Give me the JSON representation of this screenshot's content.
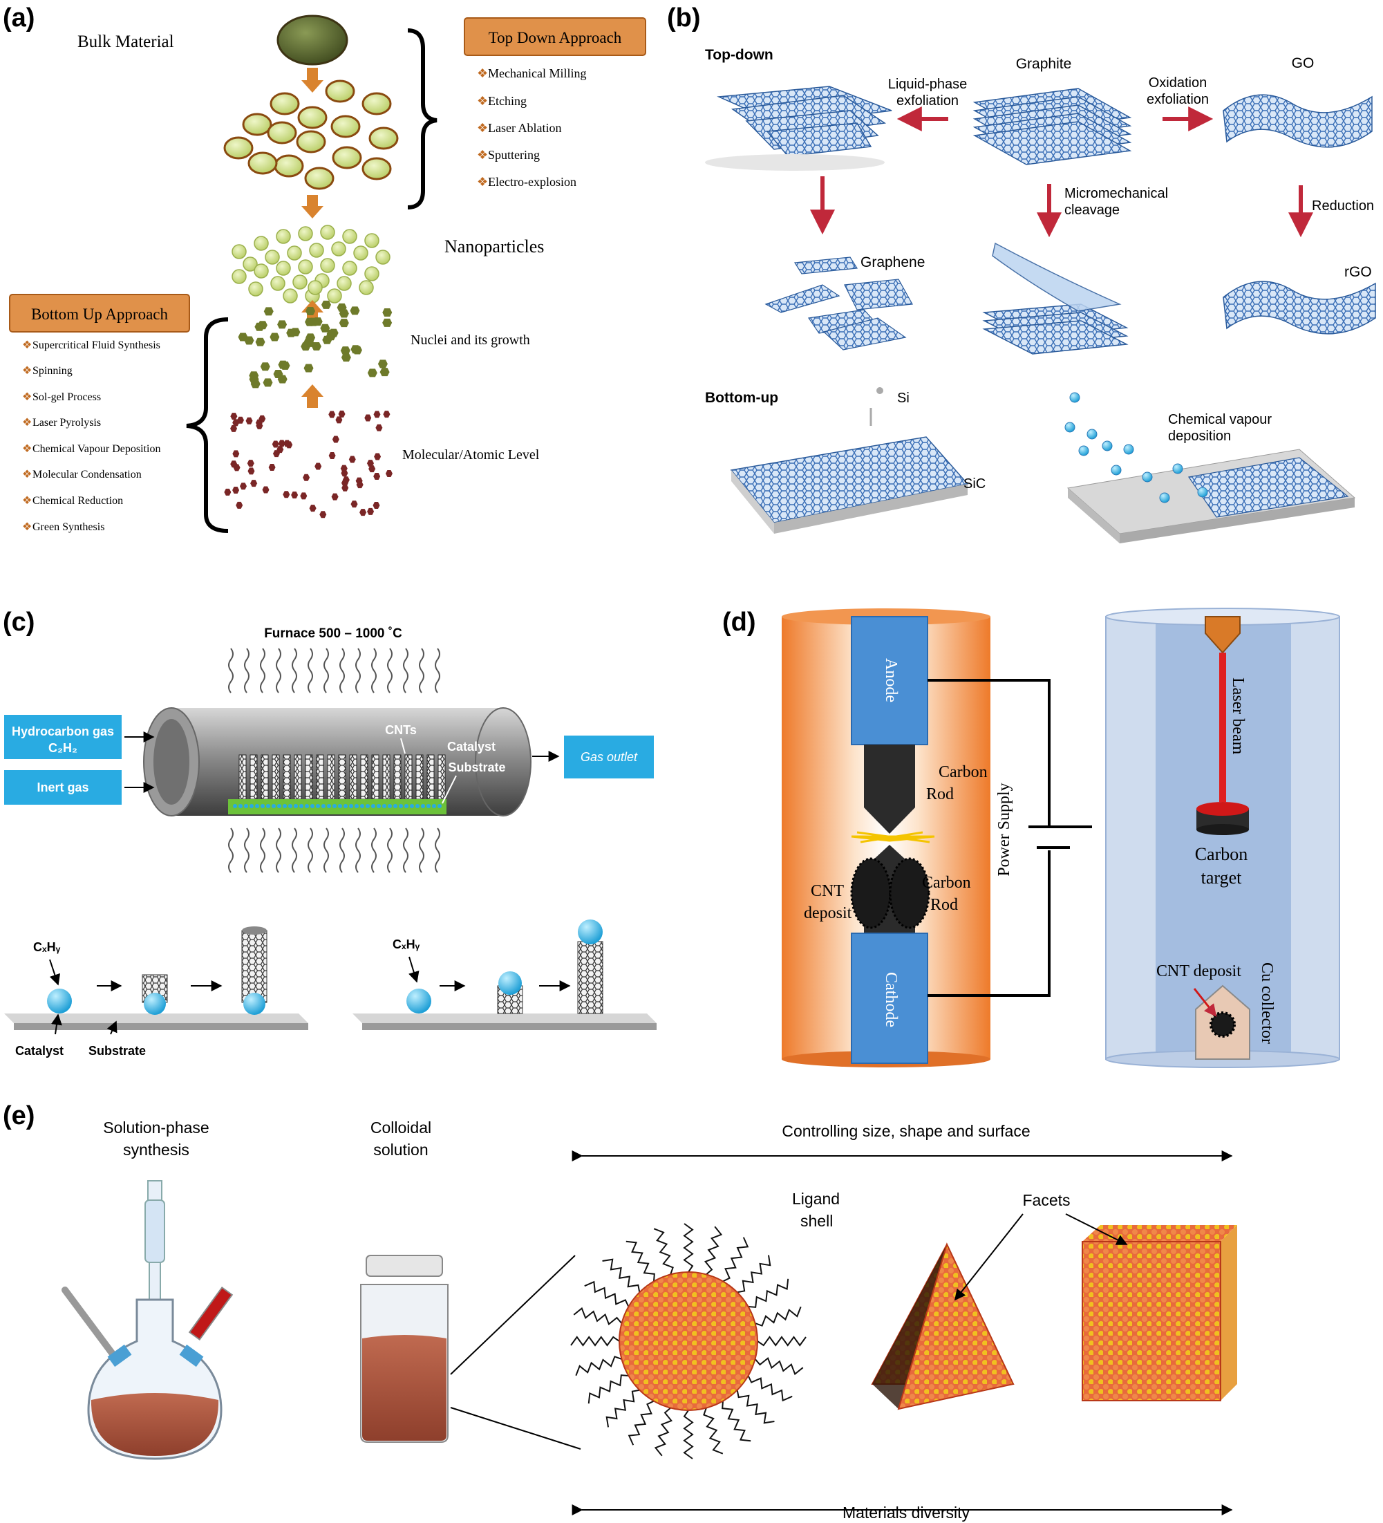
{
  "panels": {
    "a": {
      "label": "(a)",
      "bulk_material": "Bulk Material",
      "top_down_title": "Top Down Approach",
      "top_down_items": [
        "Mechanical Milling",
        "Etching",
        "Laser Ablation",
        "Sputtering",
        "Electro-explosion"
      ],
      "nanoparticles": "Nanoparticles",
      "bottom_up_title": "Bottom Up Approach",
      "bottom_up_items": [
        "Supercritical Fluid Synthesis",
        "Spinning",
        "Sol-gel Process",
        "Laser Pyrolysis",
        "Chemical Vapour Deposition",
        "Molecular Condensation",
        "Chemical Reduction",
        "Green Synthesis"
      ],
      "nuclei": "Nuclei and its growth",
      "molecular": "Molecular/Atomic Level"
    },
    "b": {
      "label": "(b)",
      "top_down": "Top-down",
      "graphite": "Graphite",
      "lpe_1": "Liquid-phase",
      "lpe_2": "exfoliation",
      "ox_1": "Oxidation",
      "ox_2": "exfoliation",
      "go": "GO",
      "mech_1": "Micromechanical",
      "mech_2": "cleavage",
      "reduction": "Reduction",
      "graphene": "Graphene",
      "rgo": "rGO",
      "bottom_up": "Bottom-up",
      "si": "Si",
      "sic": "SiC",
      "cvd_1": "Chemical vapour",
      "cvd_2": "deposition"
    },
    "c": {
      "label": "(c)",
      "furnace": "Furnace 500 – 1000 ˚C",
      "hydrocarbon_1": "Hydrocarbon gas",
      "hydrocarbon_2": "C₂H₂",
      "inert": "Inert gas",
      "cnts": "CNTs",
      "catalyst_top": "Catalyst",
      "substrate_top": "Substrate",
      "gas_outlet": "Gas outlet",
      "cxhy": "CₓHᵧ",
      "catalyst": "Catalyst",
      "substrate": "Substrate"
    },
    "d": {
      "label": "(d)",
      "anode": "Anode",
      "cathode": "Cathode",
      "carbon_rod_1": "Carbon",
      "carbon_rod_2": "Rod",
      "cnt_deposit_1": "CNT",
      "cnt_deposit_2": "deposit",
      "power_supply": "Power Supply",
      "laser_beam": "Laser beam",
      "carbon_target_1": "Carbon",
      "carbon_target_2": "target",
      "cnt_deposit": "CNT deposit",
      "cu_collector": "Cu collector"
    },
    "e": {
      "label": "(e)",
      "solution_1": "Solution-phase",
      "solution_2": "synthesis",
      "colloidal_1": "Colloidal",
      "colloidal_2": "solution",
      "controlling": "Controlling size, shape and surface",
      "ligand_1": "Ligand",
      "ligand_2": "shell",
      "facets": "Facets",
      "diversity": "Materials diversity"
    }
  },
  "colors": {
    "orange_box": "#e0914a",
    "olive_particle": "#cfe08a",
    "graphene_blue": "#3b6fb6",
    "cyan_box": "#29abe2",
    "furnace_orange": "#ee7a2a",
    "laser_red": "#e02020",
    "np_orange": "#e8603c",
    "np_yellow": "#f0c020"
  }
}
